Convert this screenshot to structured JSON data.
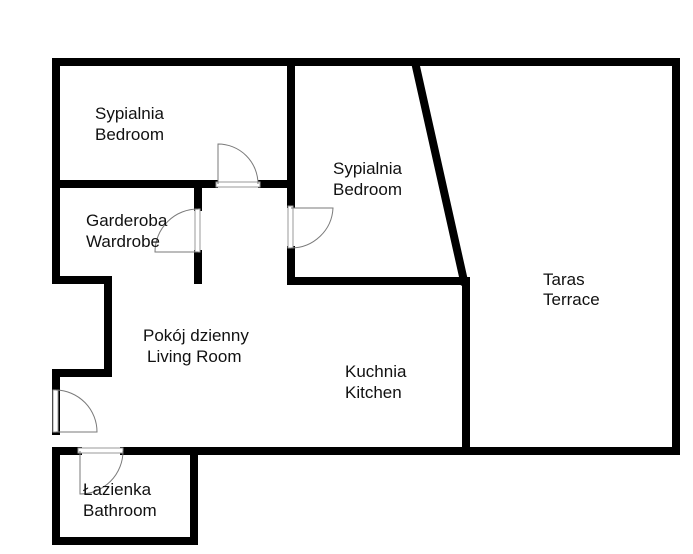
{
  "rooms": {
    "bedroom_1": {
      "line1": "Sypialnia",
      "line2": "Bedroom"
    },
    "bedroom_2": {
      "line1": "Sypialnia",
      "line2": "Bedroom"
    },
    "wardrobe": {
      "line1": "Garderoba",
      "line2": "Wardrobe"
    },
    "terrace": {
      "line1": "Taras",
      "line2": "Terrace"
    },
    "living_room": {
      "line1": "Pokój dzienny",
      "line2": "Living Room"
    },
    "kitchen": {
      "line1": "Kuchnia",
      "line2": "Kitchen"
    },
    "bathroom": {
      "line1": "Łazienka",
      "line2": "Bathroom"
    }
  },
  "colors": {
    "wall": "#000000",
    "background": "#ffffff",
    "door": "#7a7a7a"
  }
}
